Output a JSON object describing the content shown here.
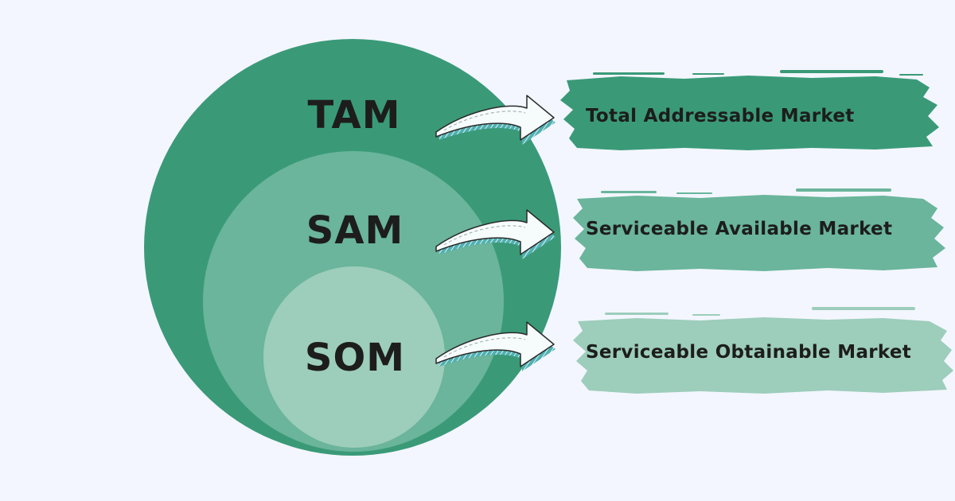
{
  "colors": {
    "background": "#f3f6fe",
    "outer_circle": "#3a9a78",
    "middle_circle": "#6ab59b",
    "inner_circle": "#9dcdbb",
    "band_total": "#3a9a78",
    "band_serviceable_available": "#6ab59b",
    "band_serviceable_obtainable": "#9dcdbb",
    "arrow_fill": "#f6fbfc",
    "arrow_shade": "#4fb0b0",
    "text": "#1d1d1d"
  },
  "circles": {
    "outer_label": "TAM",
    "middle_label": "SAM",
    "inner_label": "SOM"
  },
  "bands": {
    "total_label": "Total Addressable Market",
    "available_label": "Serviceable Available Market",
    "obtainable_label": "Serviceable Obtainable Market"
  },
  "icons": [
    "curved-arrow-icon"
  ]
}
